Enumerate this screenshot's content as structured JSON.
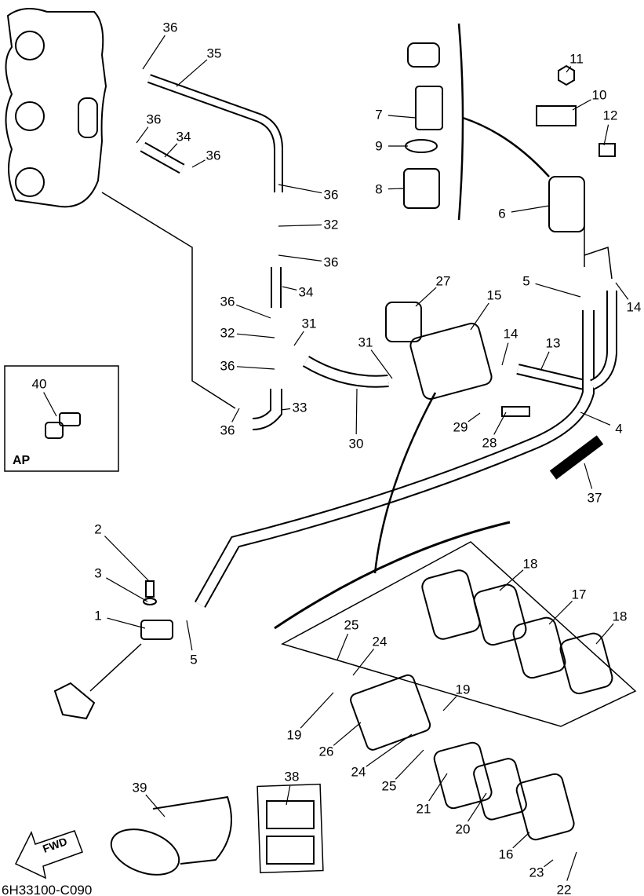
{
  "diagram": {
    "part_code": "6H33100-C090",
    "inset_label": "AP",
    "direction_label": "FWD",
    "callouts": [
      "36",
      "35",
      "36",
      "34",
      "36",
      "36",
      "32",
      "36",
      "34",
      "36",
      "32",
      "31",
      "36",
      "31",
      "33",
      "36",
      "30",
      "27",
      "15",
      "14",
      "13",
      "29",
      "28",
      "4",
      "37",
      "5",
      "14",
      "11",
      "10",
      "12",
      "7",
      "9",
      "8",
      "6",
      "40",
      "2",
      "3",
      "1",
      "5",
      "18",
      "17",
      "18",
      "25",
      "24",
      "19",
      "19",
      "26",
      "24",
      "25",
      "21",
      "20",
      "39",
      "38",
      "16",
      "23",
      "22"
    ],
    "line_color": "#000000",
    "background": "#ffffff"
  }
}
